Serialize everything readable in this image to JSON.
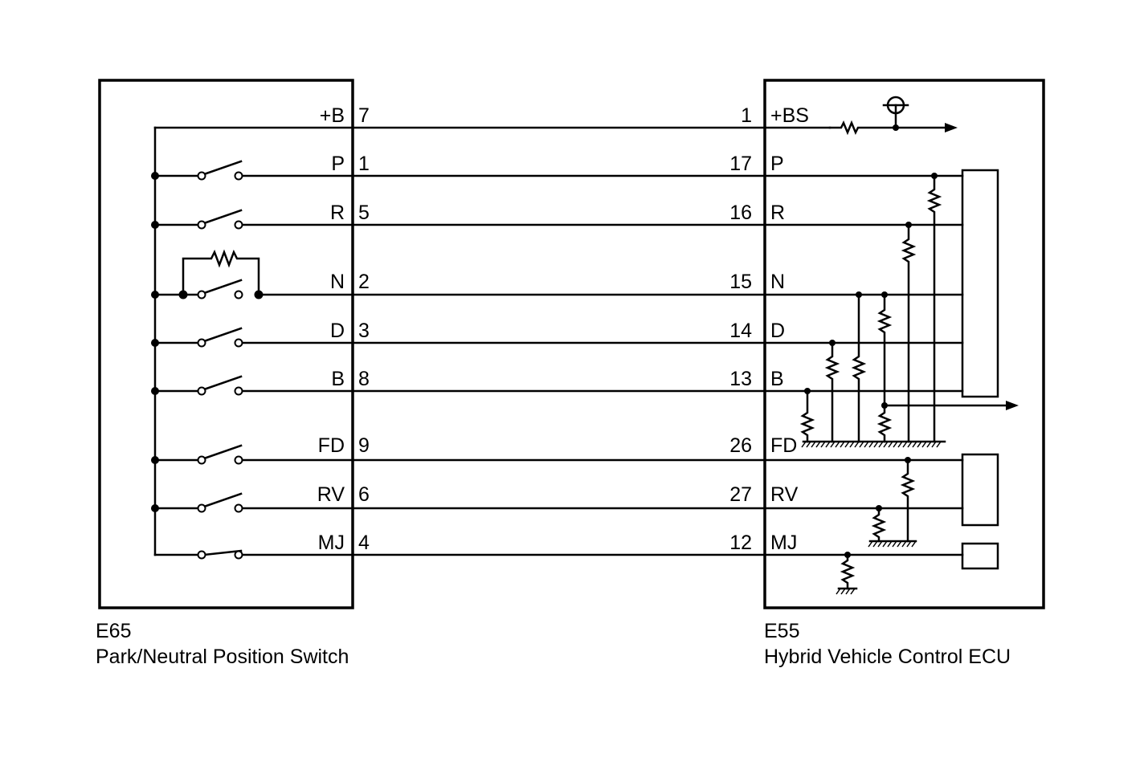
{
  "left_connector": {
    "code": "E65",
    "name": "Park/Neutral Position Switch",
    "pins": [
      {
        "label": "+B",
        "pin": "7"
      },
      {
        "label": "P",
        "pin": "1"
      },
      {
        "label": "R",
        "pin": "5"
      },
      {
        "label": "N",
        "pin": "2"
      },
      {
        "label": "D",
        "pin": "3"
      },
      {
        "label": "B",
        "pin": "8"
      },
      {
        "label": "FD",
        "pin": "9"
      },
      {
        "label": "RV",
        "pin": "6"
      },
      {
        "label": "MJ",
        "pin": "4"
      }
    ]
  },
  "right_connector": {
    "code": "E55",
    "name": "Hybrid Vehicle Control ECU",
    "pins": [
      {
        "label": "+BS",
        "pin": "1"
      },
      {
        "label": "P",
        "pin": "17"
      },
      {
        "label": "R",
        "pin": "16"
      },
      {
        "label": "N",
        "pin": "15"
      },
      {
        "label": "D",
        "pin": "14"
      },
      {
        "label": "B",
        "pin": "13"
      },
      {
        "label": "FD",
        "pin": "26"
      },
      {
        "label": "RV",
        "pin": "27"
      },
      {
        "label": "MJ",
        "pin": "12"
      }
    ]
  }
}
